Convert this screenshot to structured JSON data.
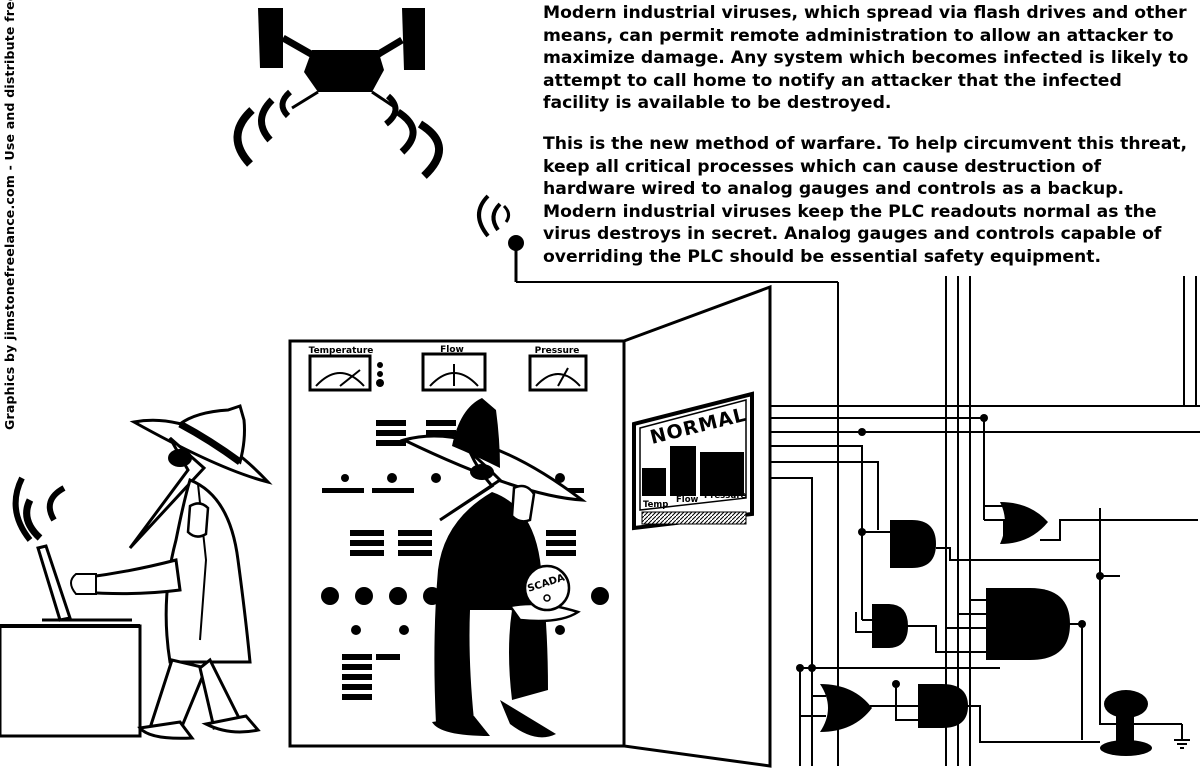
{
  "description_paragraphs": [
    "Modern industrial viruses, which spread via flash drives and other means, can  permit remote administration to allow an attacker to maximize  damage. Any system which becomes infected is likely to attempt to call home  to notify an attacker that the infected facility is available to be destroyed.",
    "This is the new method of warfare.  To help circumvent this threat, keep all critical processes which can cause destruction of hardware wired to analog gauges and controls as a backup. Modern industrial viruses keep the PLC readouts normal as the virus destroys in secret. Analog gauges and controls capable of overriding the PLC should be essential safety equipment."
  ],
  "credit": "Graphics by jimstonefreelance.com - Use and distribute freely.",
  "gauges": [
    "Temperature",
    "Flow",
    "Pressure"
  ],
  "screen": {
    "title": "NORMAL",
    "categories": [
      "Temp",
      "Flow",
      "Pressure"
    ]
  },
  "globe_label": "SCADA"
}
